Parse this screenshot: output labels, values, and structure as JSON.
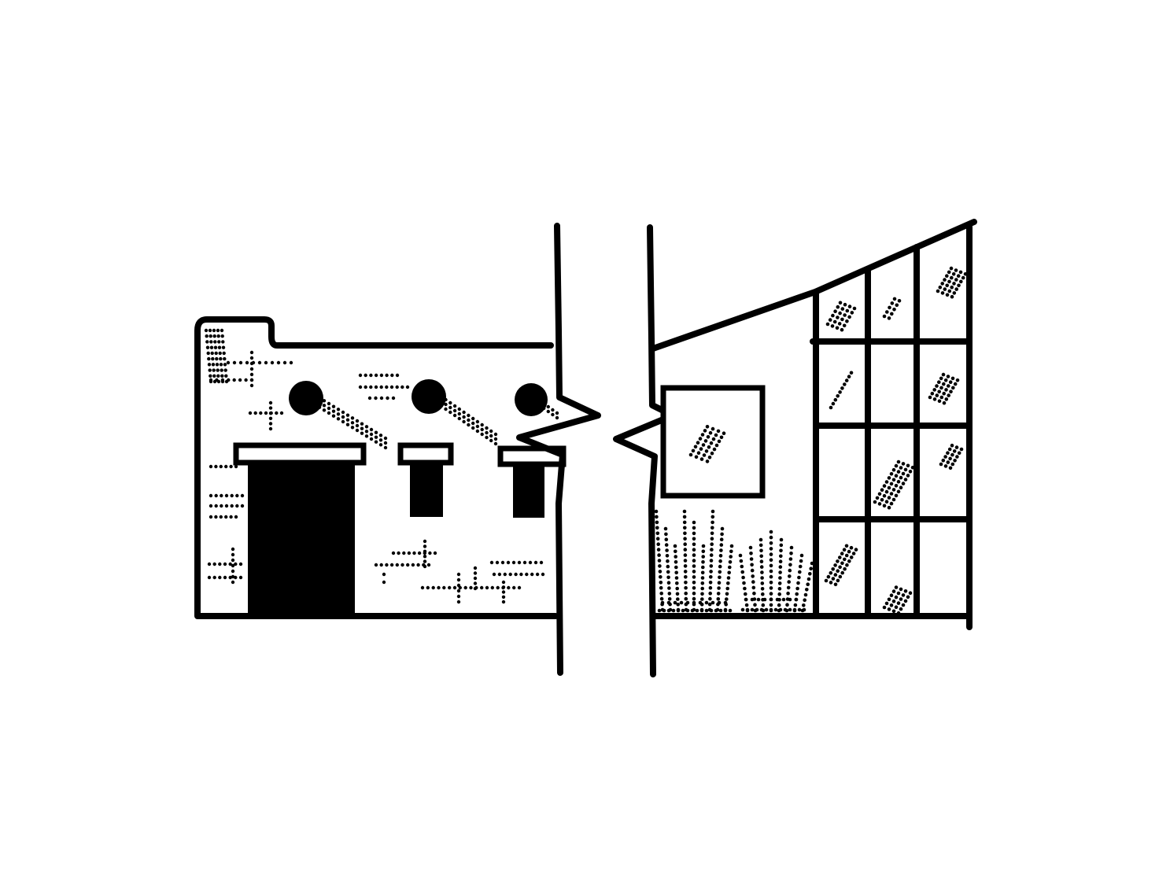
{
  "illustration": {
    "left_building": {
      "style": "adobe-pueblo",
      "texture": "stipple-dots",
      "vigas_count": 3,
      "openings": [
        "door",
        "window",
        "window"
      ]
    },
    "right_building": {
      "style": "modern-glass",
      "texture": "stipple-dots",
      "curtain_wall_grid": {
        "columns": 3,
        "rows": 4
      },
      "plants": "desert-shrubs"
    },
    "divider": "jagged-break",
    "colors": {
      "ink": "#000000",
      "background": "#ffffff"
    }
  }
}
